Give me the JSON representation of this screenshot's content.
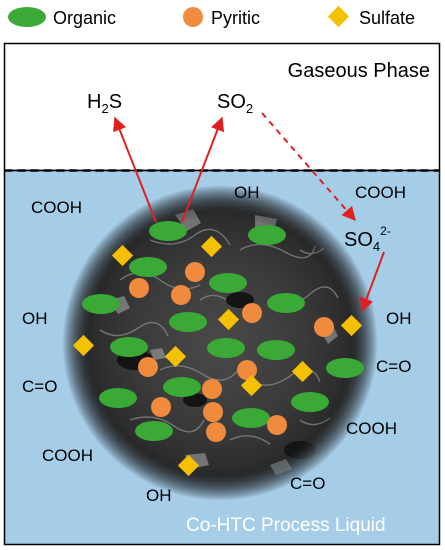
{
  "legend": {
    "organic": "Organic",
    "pyritic": "Pyritic",
    "sulfate": "Sulfate"
  },
  "gas_phase": {
    "label": "Gaseous Phase"
  },
  "liquid_phase": {
    "label": "Co-HTC Process Liquid"
  },
  "species": {
    "h2s": {
      "main": "H",
      "sub": "2",
      "tail": "S"
    },
    "so2": {
      "main": "SO",
      "sub": "2"
    },
    "so4": {
      "main": "SO",
      "sub": "4",
      "sup": "2-"
    }
  },
  "groups": [
    "OH",
    "COOH",
    "COOH",
    "OH",
    "OH",
    "C=O",
    "C=O",
    "COOH",
    "COOH",
    "OH",
    "C=O"
  ],
  "colors": {
    "organic": "#3aa935",
    "pyritic": "#f08a3c",
    "sulfate": "#f5c000",
    "liquid": "#a6cde8",
    "arrow": "#e02020",
    "process_text": "#ffffff"
  }
}
